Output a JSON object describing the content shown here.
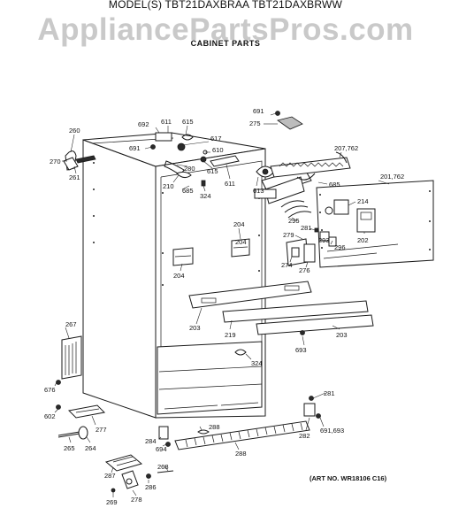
{
  "header": {
    "models_line": "MODEL(S) TBT21DAXBRAA  TBT21DAXBRWW",
    "watermark": "AppliancePartsPros.com",
    "section_title": "CABINET PARTS"
  },
  "footer": {
    "art_number": "(ART NO. WR18106 C16)"
  },
  "part_labels": [
    "691",
    "275",
    "692",
    "611",
    "615",
    "691",
    "617",
    "610",
    "615",
    "280",
    "260",
    "270",
    "261",
    "210",
    "685",
    "324",
    "611",
    "613",
    "207,762",
    "685",
    "201,762",
    "214",
    "202",
    "295",
    "281",
    "279",
    "293",
    "296",
    "274",
    "276",
    "204",
    "204",
    "204",
    "203",
    "219",
    "203",
    "693",
    "324",
    "267",
    "676",
    "602",
    "281",
    "282",
    "691,693",
    "284",
    "277",
    "288",
    "288",
    "265",
    "264",
    "694",
    "287",
    "268",
    "286",
    "269",
    "278"
  ]
}
